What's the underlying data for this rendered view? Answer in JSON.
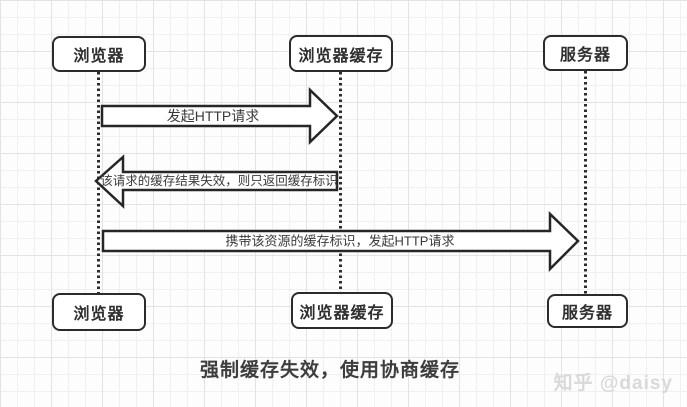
{
  "diagram": {
    "type": "sequence-diagram",
    "caption": "强制缓存失效，使用协商缓存",
    "watermark": "知乎 @daisy",
    "actors_top": [
      {
        "id": "browser",
        "label": "浏览器"
      },
      {
        "id": "browser-cache",
        "label": "浏览器缓存"
      },
      {
        "id": "server",
        "label": "服务器"
      }
    ],
    "actors_bottom": [
      {
        "id": "browser",
        "label": "浏览器"
      },
      {
        "id": "browser-cache",
        "label": "浏览器缓存"
      },
      {
        "id": "server",
        "label": "服务器"
      }
    ],
    "messages": [
      {
        "from": "浏览器",
        "to": "浏览器缓存",
        "direction": "right",
        "label": "发起HTTP请求"
      },
      {
        "from": "浏览器缓存",
        "to": "浏览器",
        "direction": "left",
        "label": "该请求的缓存结果失效，则只返回缓存标识"
      },
      {
        "from": "浏览器",
        "to": "服务器",
        "direction": "right",
        "label": "携带该资源的缓存标识，发起HTTP请求"
      }
    ],
    "colors": {
      "stroke": "#2b2b2b",
      "shape_fill": "#ffffff",
      "grid_minor": "#f0f0f0",
      "grid_major": "#e3e3e3",
      "caption_text": "#3d3d3d",
      "watermark_text": "#d9d9d9"
    }
  }
}
